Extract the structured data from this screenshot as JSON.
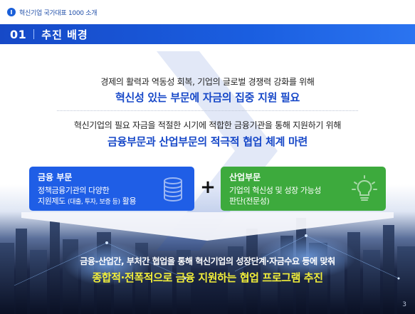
{
  "header": {
    "badge": "I",
    "label": "혁신기업 국가대표 1000 소개"
  },
  "title_bar": {
    "number": "01",
    "title": "추진 배경"
  },
  "background": {
    "line1": "경제의 활력과 역동성 회복, 기업의 글로벌 경쟁력 강화를 위해",
    "line2": "혁신성 있는 부문에 자금의 집중 지원 필요",
    "line3": "혁신기업의 필요 자금을 적절한 시기에 적합한 금융기관을 통해 지원하기 위해",
    "line4": "금융부문과 산업부문의 적극적 협업 체계 마련"
  },
  "finance_box": {
    "heading": "금융 부문",
    "body_line1": "정책금융기관의 다양한",
    "body_line2_a": "지원제도 ",
    "body_line2_small": "(대출, 투자, 보증 등)",
    "body_line2_b": " 활용",
    "icon": "coins-icon"
  },
  "plus": "+",
  "industry_box": {
    "heading": "산업부문",
    "body_line1": "기업의 혁신성 및 성장 가능성",
    "body_line2": "판단(전문성)",
    "icon": "lightbulb-icon"
  },
  "conclusion": {
    "line1": "금융-산업간, 부처간 협업을 통해 혁신기업의 성장단계·자금수요 등에 맞춰",
    "line2": "종합적·전폭적으로 금융 지원하는 협업 프로그램 추진"
  },
  "page_number": "3",
  "colors": {
    "primary_blue": "#1f5ee6",
    "accent_green": "#3daa3d",
    "highlight_yellow": "#f1ee3a"
  }
}
